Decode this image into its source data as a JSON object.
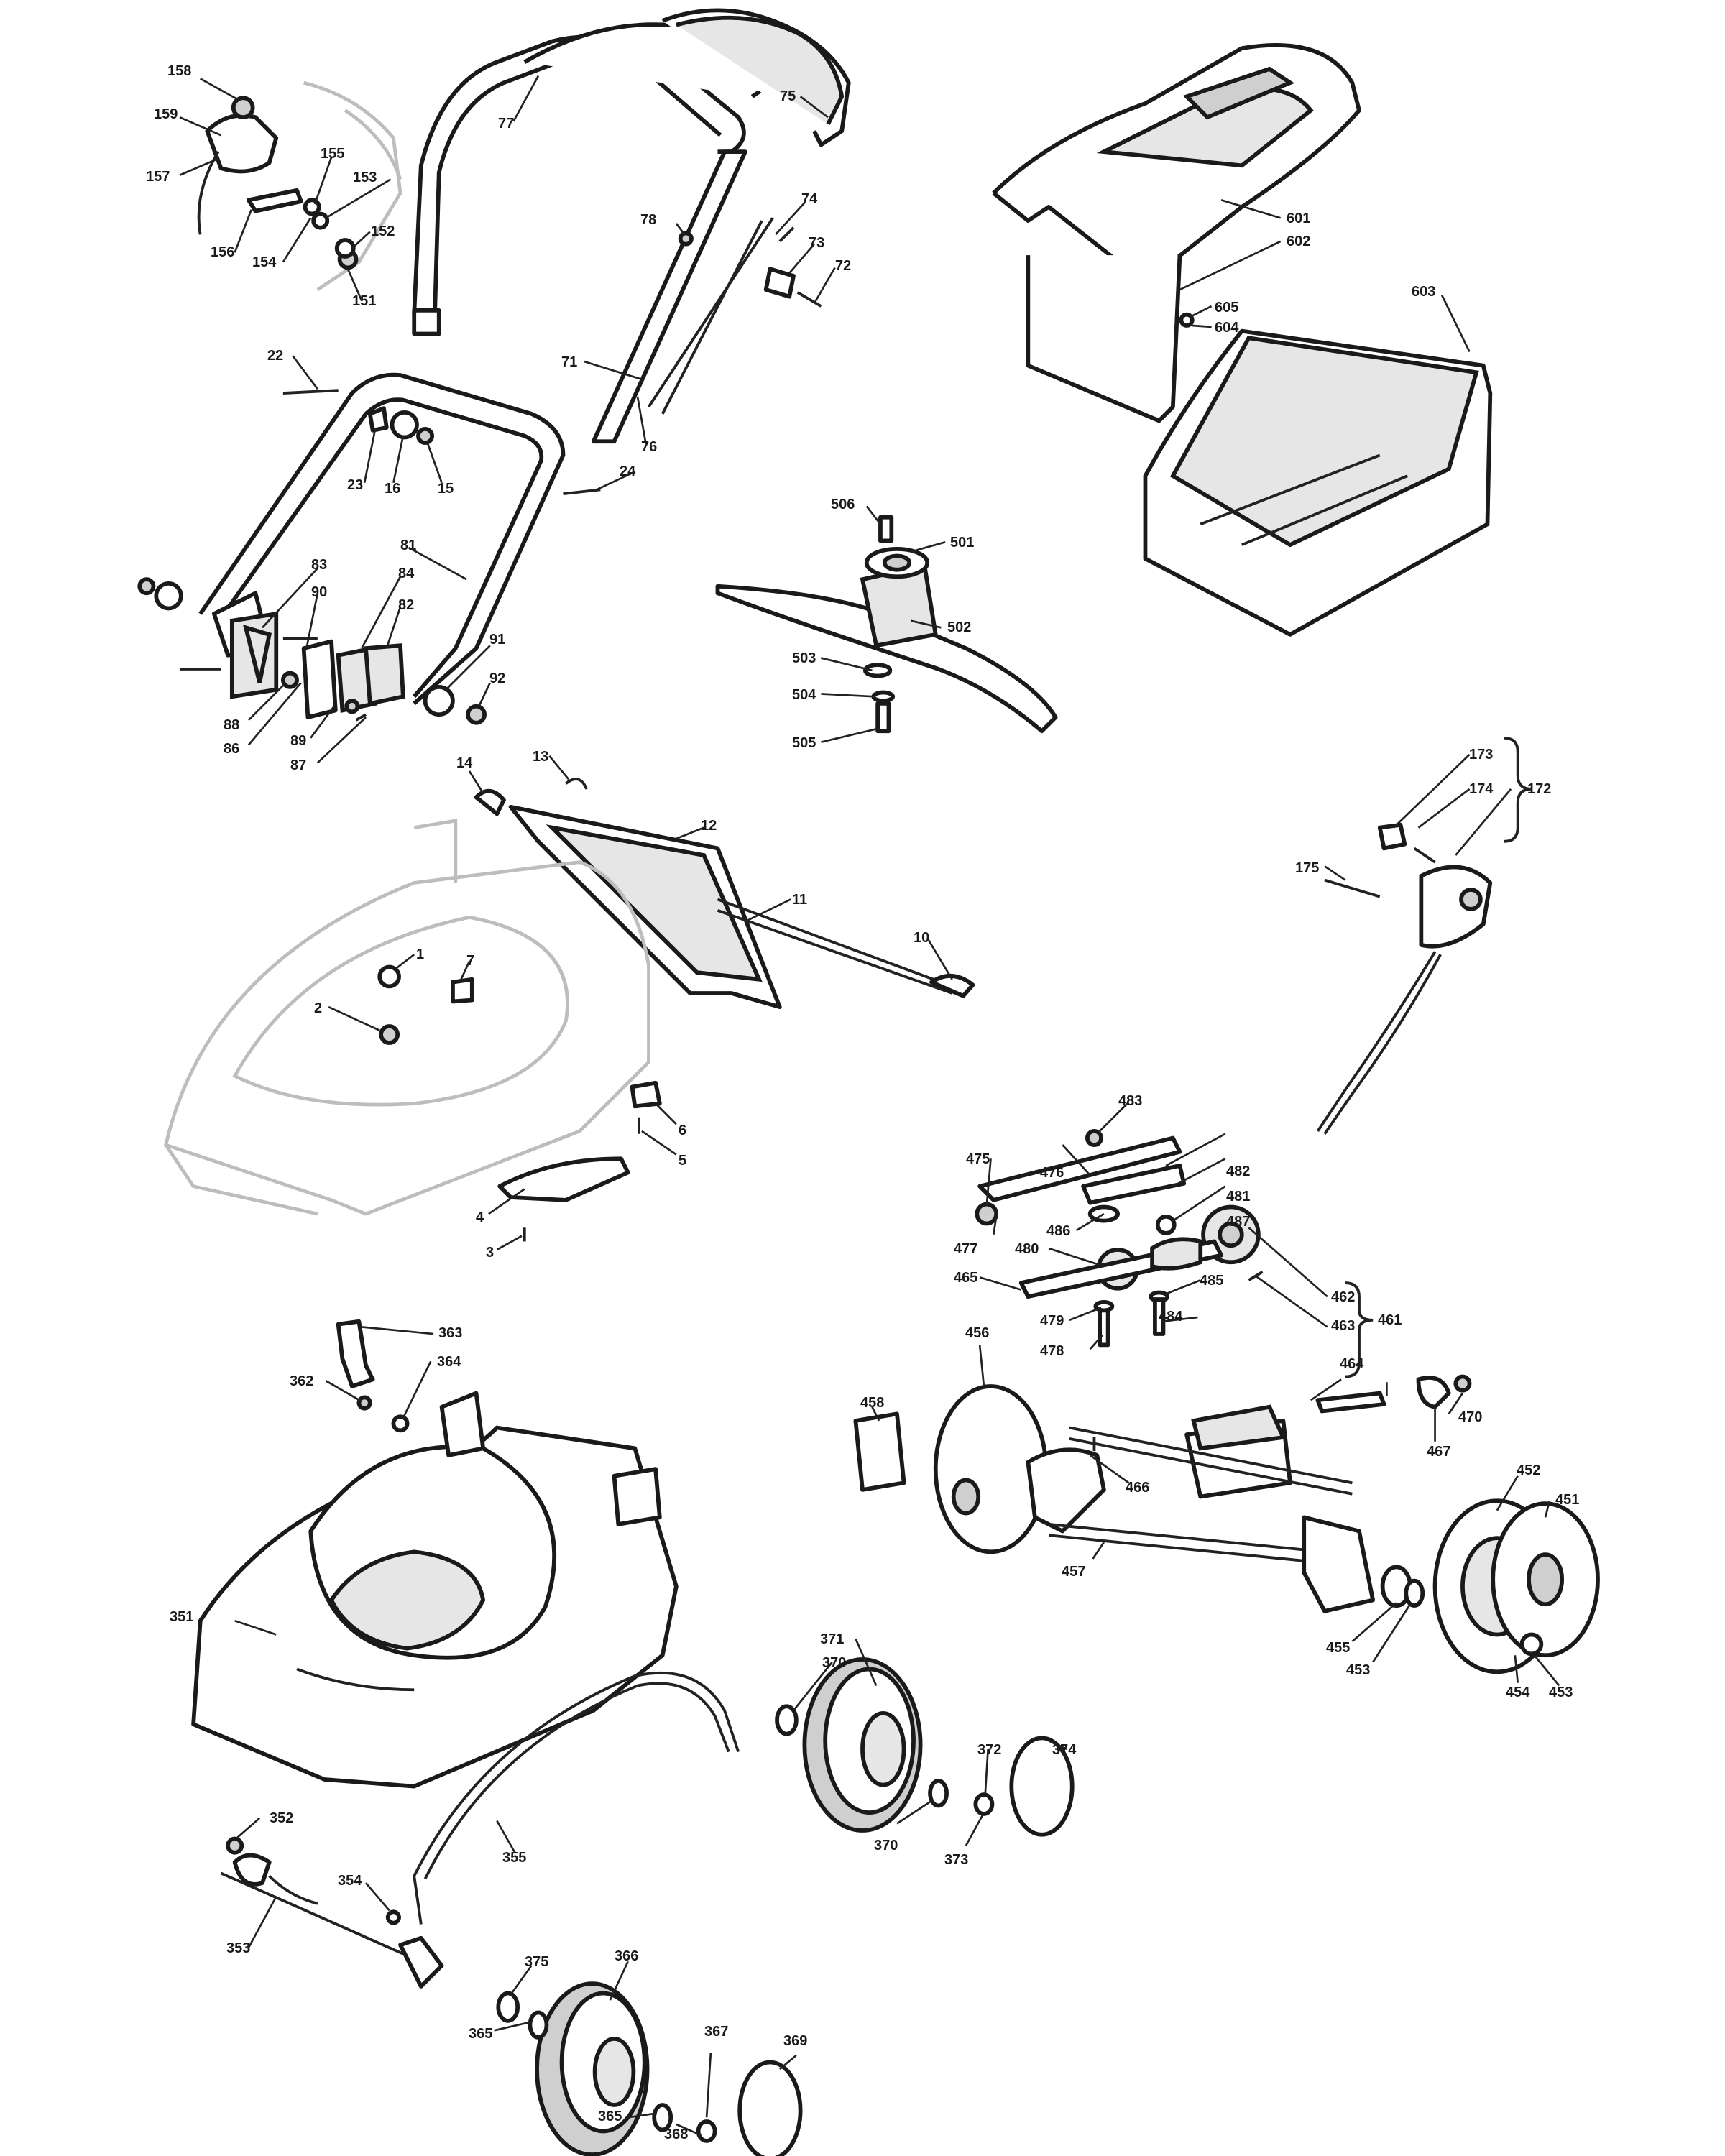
{
  "diagram": {
    "labels": [
      {
        "id": "158",
        "text": "158"
      },
      {
        "id": "159",
        "text": "159"
      },
      {
        "id": "157",
        "text": "157"
      },
      {
        "id": "155",
        "text": "155"
      },
      {
        "id": "153",
        "text": "153"
      },
      {
        "id": "152",
        "text": "152"
      },
      {
        "id": "156",
        "text": "156"
      },
      {
        "id": "154",
        "text": "154"
      },
      {
        "id": "151",
        "text": "151"
      },
      {
        "id": "77",
        "text": "77"
      },
      {
        "id": "75",
        "text": "75"
      },
      {
        "id": "78",
        "text": "78"
      },
      {
        "id": "74",
        "text": "74"
      },
      {
        "id": "73",
        "text": "73"
      },
      {
        "id": "72",
        "text": "72"
      },
      {
        "id": "71",
        "text": "71"
      },
      {
        "id": "76",
        "text": "76"
      },
      {
        "id": "22",
        "text": "22"
      },
      {
        "id": "23",
        "text": "23"
      },
      {
        "id": "16",
        "text": "16"
      },
      {
        "id": "15",
        "text": "15"
      },
      {
        "id": "24",
        "text": "24"
      },
      {
        "id": "81",
        "text": "81"
      },
      {
        "id": "83",
        "text": "83"
      },
      {
        "id": "90",
        "text": "90"
      },
      {
        "id": "84",
        "text": "84"
      },
      {
        "id": "82",
        "text": "82"
      },
      {
        "id": "91",
        "text": "91"
      },
      {
        "id": "92",
        "text": "92"
      },
      {
        "id": "88",
        "text": "88"
      },
      {
        "id": "86",
        "text": "86"
      },
      {
        "id": "89",
        "text": "89"
      },
      {
        "id": "87",
        "text": "87"
      },
      {
        "id": "601",
        "text": "601"
      },
      {
        "id": "602",
        "text": "602"
      },
      {
        "id": "603",
        "text": "603"
      },
      {
        "id": "605",
        "text": "605"
      },
      {
        "id": "604",
        "text": "604"
      },
      {
        "id": "506",
        "text": "506"
      },
      {
        "id": "501",
        "text": "501"
      },
      {
        "id": "502",
        "text": "502"
      },
      {
        "id": "503",
        "text": "503"
      },
      {
        "id": "504",
        "text": "504"
      },
      {
        "id": "505",
        "text": "505"
      },
      {
        "id": "14",
        "text": "14"
      },
      {
        "id": "13",
        "text": "13"
      },
      {
        "id": "12",
        "text": "12"
      },
      {
        "id": "11",
        "text": "11"
      },
      {
        "id": "10",
        "text": "10"
      },
      {
        "id": "1",
        "text": "1"
      },
      {
        "id": "7",
        "text": "7"
      },
      {
        "id": "2",
        "text": "2"
      },
      {
        "id": "6",
        "text": "6"
      },
      {
        "id": "5",
        "text": "5"
      },
      {
        "id": "4",
        "text": "4"
      },
      {
        "id": "3",
        "text": "3"
      },
      {
        "id": "173",
        "text": "173"
      },
      {
        "id": "174",
        "text": "174"
      },
      {
        "id": "172",
        "text": "172"
      },
      {
        "id": "175",
        "text": "175"
      },
      {
        "id": "483",
        "text": "483"
      },
      {
        "id": "475",
        "text": "475"
      },
      {
        "id": "476",
        "text": "476"
      },
      {
        "id": "482",
        "text": "482"
      },
      {
        "id": "481",
        "text": "481"
      },
      {
        "id": "487",
        "text": "487"
      },
      {
        "id": "477",
        "text": "477"
      },
      {
        "id": "486",
        "text": "486"
      },
      {
        "id": "480",
        "text": "480"
      },
      {
        "id": "465",
        "text": "465"
      },
      {
        "id": "485",
        "text": "485"
      },
      {
        "id": "462",
        "text": "462"
      },
      {
        "id": "479",
        "text": "479"
      },
      {
        "id": "484",
        "text": "484"
      },
      {
        "id": "463",
        "text": "463"
      },
      {
        "id": "478",
        "text": "478"
      },
      {
        "id": "461",
        "text": "461"
      },
      {
        "id": "464",
        "text": "464"
      },
      {
        "id": "456",
        "text": "456"
      },
      {
        "id": "470",
        "text": "470"
      },
      {
        "id": "458",
        "text": "458"
      },
      {
        "id": "467",
        "text": "467"
      },
      {
        "id": "466",
        "text": "466"
      },
      {
        "id": "452",
        "text": "452"
      },
      {
        "id": "451",
        "text": "451"
      },
      {
        "id": "457",
        "text": "457"
      },
      {
        "id": "455",
        "text": "455"
      },
      {
        "id": "453a",
        "text": "453"
      },
      {
        "id": "454",
        "text": "454"
      },
      {
        "id": "453b",
        "text": "453"
      },
      {
        "id": "363",
        "text": "363"
      },
      {
        "id": "362",
        "text": "362"
      },
      {
        "id": "364",
        "text": "364"
      },
      {
        "id": "351",
        "text": "351"
      },
      {
        "id": "371",
        "text": "371"
      },
      {
        "id": "370a",
        "text": "370"
      },
      {
        "id": "372",
        "text": "372"
      },
      {
        "id": "374",
        "text": "374"
      },
      {
        "id": "370b",
        "text": "370"
      },
      {
        "id": "373",
        "text": "373"
      },
      {
        "id": "352",
        "text": "352"
      },
      {
        "id": "355",
        "text": "355"
      },
      {
        "id": "354",
        "text": "354"
      },
      {
        "id": "353",
        "text": "353"
      },
      {
        "id": "375",
        "text": "375"
      },
      {
        "id": "366",
        "text": "366"
      },
      {
        "id": "365a",
        "text": "365"
      },
      {
        "id": "367",
        "text": "367"
      },
      {
        "id": "369",
        "text": "369"
      },
      {
        "id": "365b",
        "text": "365"
      },
      {
        "id": "368",
        "text": "368"
      }
    ]
  }
}
